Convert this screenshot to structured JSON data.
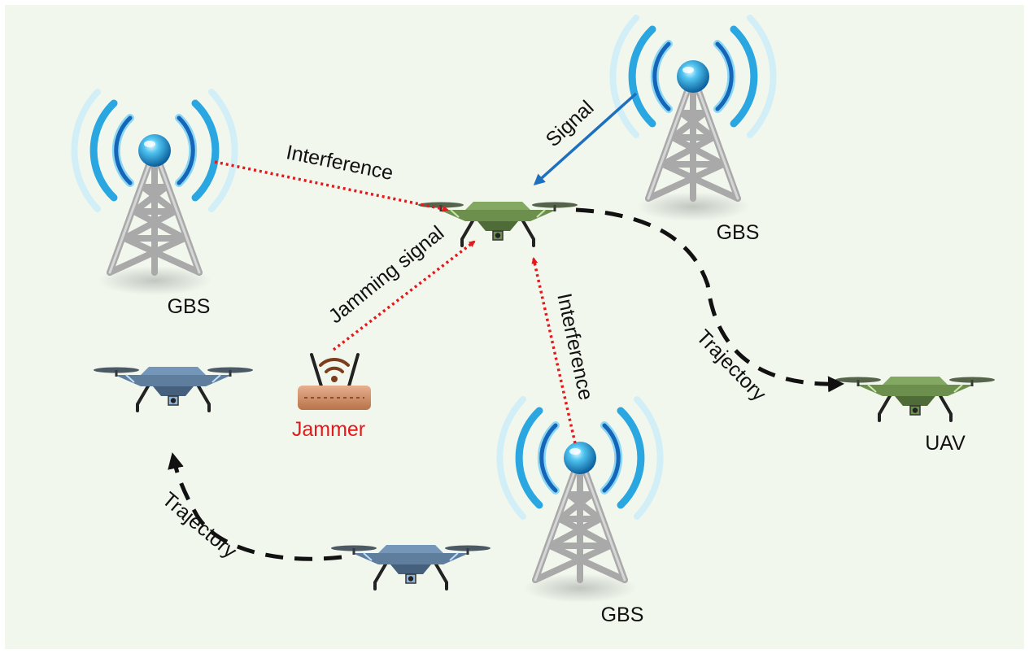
{
  "labels": {
    "gbs_top_left": "GBS",
    "gbs_top_right": "GBS",
    "gbs_bottom": "GBS",
    "uav": "UAV",
    "jammer": "Jammer",
    "interference_top": "Interference",
    "interference_vertical": "Interference",
    "signal": "Signal",
    "jamming_signal": "Jamming signal",
    "trajectory_right": "Trajectory",
    "trajectory_left": "Trajectory"
  },
  "colors": {
    "background": "#f2f7ee",
    "interference_arrow": "#e3191c",
    "signal_arrow": "#1f6fc0",
    "trajectory": "#111111",
    "jammer_label": "#e3191c",
    "drone_green": "#6c8f4e",
    "drone_blue": "#5f7e9e",
    "tower": "#a9a9a9",
    "antenna_ball": "#1e90d6"
  },
  "icons": [
    "tower-icon",
    "drone-icon",
    "router-icon",
    "wifi-icon"
  ]
}
